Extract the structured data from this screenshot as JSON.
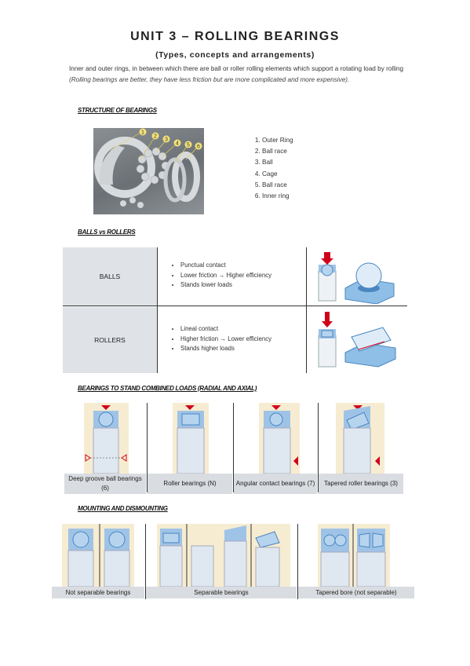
{
  "title": "UNIT 3 – ROLLING BEARINGS",
  "subtitle": "(Types, concepts and arrangements)",
  "intro": {
    "text": "Inner and outer rings, in between which there are ball or roller rolling elements which support a rotating load by rolling ",
    "italic": "(Rolling bearings are better, they have less friction but are more complicated and more expensive)."
  },
  "structure": {
    "heading": "STRUCTURE OF BEARINGS",
    "callouts": [
      "1",
      "2",
      "3",
      "4",
      "5",
      "6"
    ],
    "parts": [
      "Outer Ring",
      "Ball race",
      "Ball",
      "Cage",
      "Ball race",
      "Inner ring"
    ]
  },
  "balls_rollers": {
    "heading": "BALLS vs ROLLERS",
    "rows": [
      {
        "label": "BALLS",
        "points": [
          "Punctual contact",
          "Lower friction → Higher efficiency",
          "Stands lower loads"
        ]
      },
      {
        "label": "ROLLERS",
        "points": [
          "Lineal contact",
          "Higher friction → Lower efficiency",
          "Stands higher loads"
        ]
      }
    ]
  },
  "combined": {
    "heading": "BEARINGS TO STAND COMBINED LOADS (RADIAL AND AXIAL)",
    "captions": [
      "Deep groove ball bearings (6)",
      "Roller bearings (N)",
      "Angular contact bearings (7)",
      "Tapered roller bearings (3)"
    ]
  },
  "mounting": {
    "heading": "MOUNTING AND DISMOUNTING",
    "captions": [
      "Not separable bearings",
      "Separable bearings",
      "Tapered bore (not separable)"
    ]
  },
  "colors": {
    "panel": "#f6ecd1",
    "steel": "#9fc3e6",
    "steel_dark": "#4a86c0",
    "load_arrow": "#d0021b",
    "caption_bg": "#d9dce0"
  }
}
